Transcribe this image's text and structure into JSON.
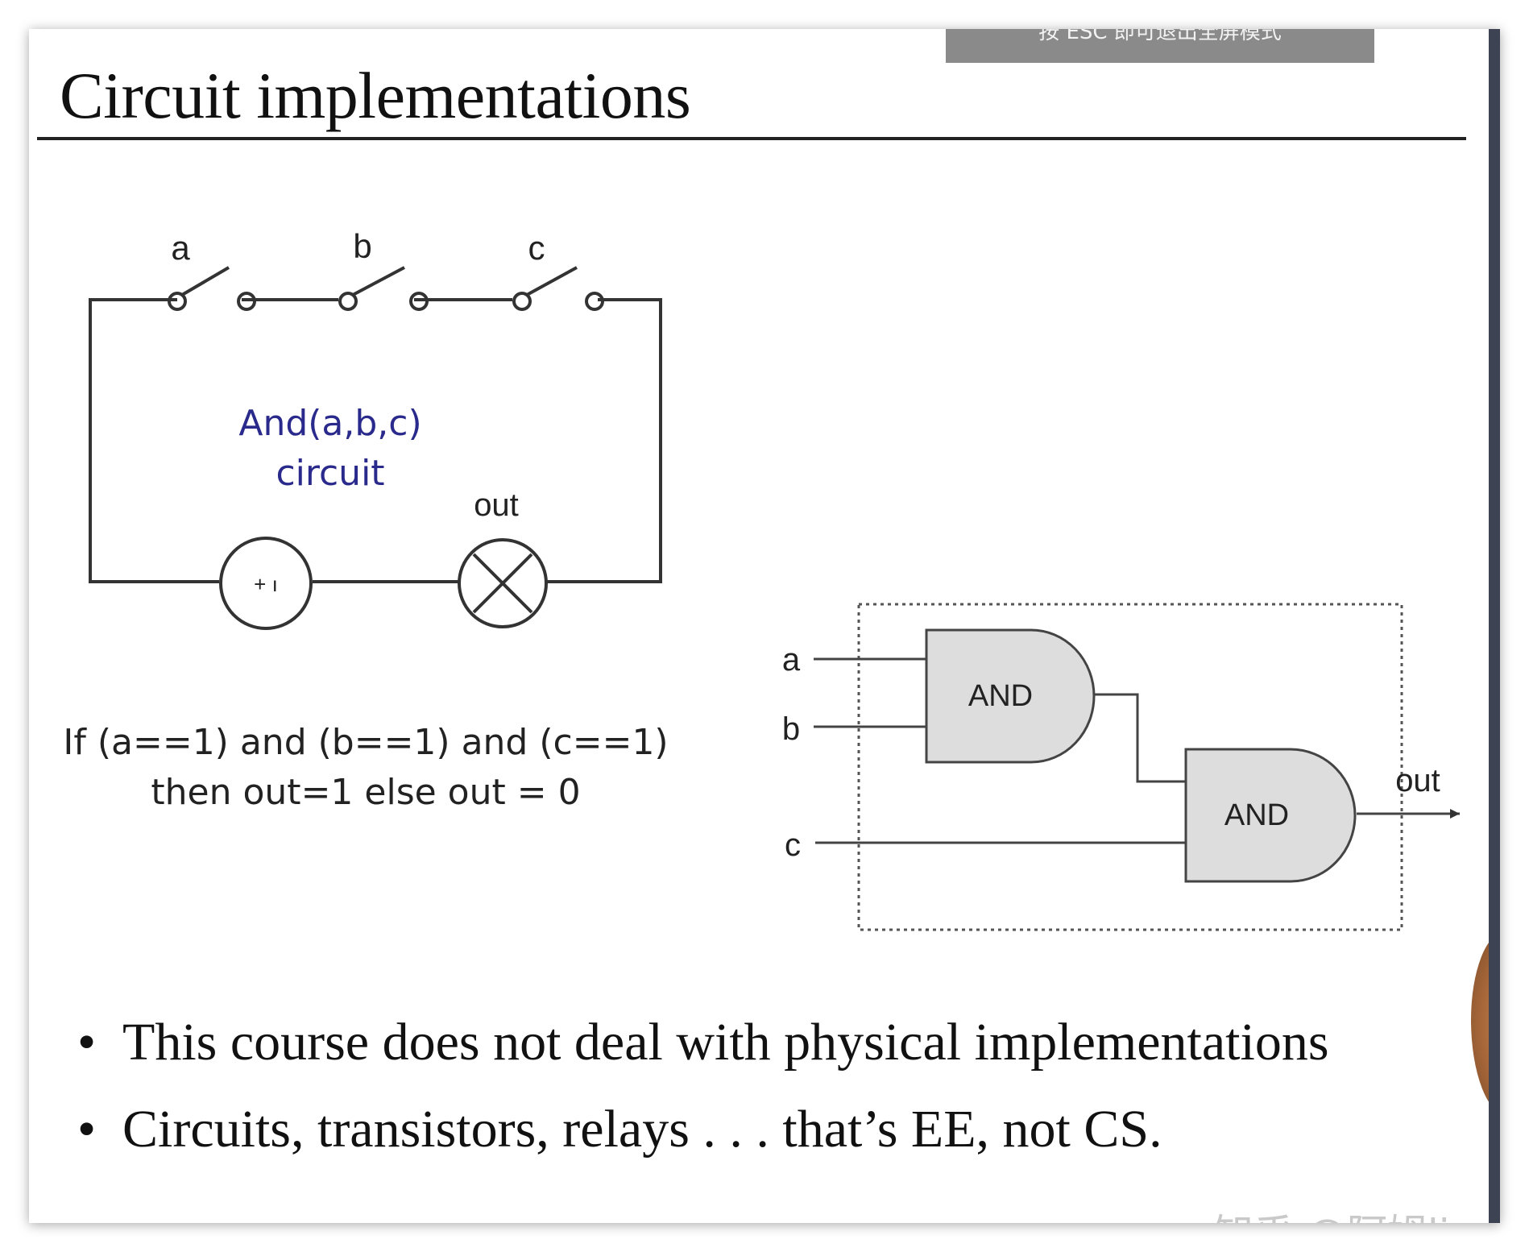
{
  "overlay": {
    "hint_text": "按 ESC 即可退出全屏模式"
  },
  "slide": {
    "title": "Circuit implementations"
  },
  "circuit": {
    "switch_labels": [
      "a",
      "b",
      "c"
    ],
    "caption_line1": "And(a,b,c)",
    "caption_line2": "circuit",
    "out_label": "out",
    "battery_symbol": "+ ı"
  },
  "condition": {
    "line1": "If (a==1) and (b==1) and (c==1)",
    "line2": "then out=1 else out = 0"
  },
  "gates": {
    "input_labels": [
      "a",
      "b",
      "c"
    ],
    "gate1_label": "AND",
    "gate2_label": "AND",
    "out_label": "out"
  },
  "bullets": [
    "This course does not deal with physical implementations",
    "Circuits, transistors, relays . . . that’s EE, not CS."
  ],
  "watermark": "知乎 @阿姆li",
  "colors": {
    "caption": "#2a2a8c",
    "gate_fill": "#dddddd",
    "text": "#111111"
  }
}
